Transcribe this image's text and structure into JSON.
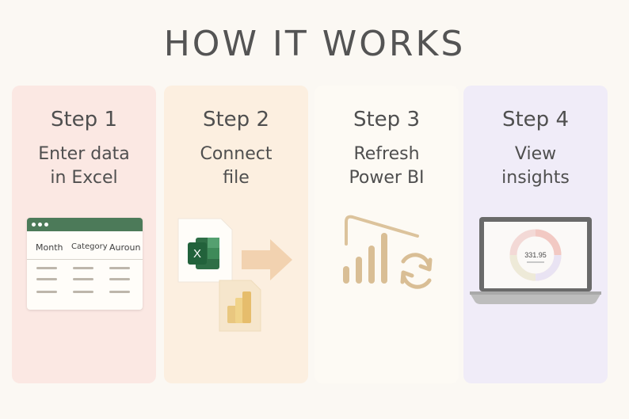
{
  "page": {
    "title": "HOW IT WORKS"
  },
  "steps": [
    {
      "title": "Step 1",
      "desc_line1": "Enter data",
      "desc_line2": "in Excel",
      "sheet_headers": [
        "Month",
        "Category",
        "Auroun"
      ]
    },
    {
      "title": "Step 2",
      "desc_line1": "Connect",
      "desc_line2": "file",
      "excel_letter": "X"
    },
    {
      "title": "Step 3",
      "desc_line1": "Refresh",
      "desc_line2": "Power BI"
    },
    {
      "title": "Step 4",
      "desc_line1": "View",
      "desc_line2": "insights",
      "donut_value": "331.95"
    }
  ],
  "colors": {
    "card1": "#fbe8e3",
    "card2": "#fcefe0",
    "card3": "#fdfaf4",
    "card4": "#f0ecf8",
    "excel_green": "#4c7a59",
    "powerbi_tan": "#d9be95",
    "arrow": "#f2d2b0"
  },
  "icons": [
    "spreadsheet-icon",
    "excel-icon",
    "powerbi-file-icon",
    "arrow-right-icon",
    "powerbi-chart-icon",
    "refresh-icon",
    "laptop-icon",
    "donut-chart-icon"
  ]
}
